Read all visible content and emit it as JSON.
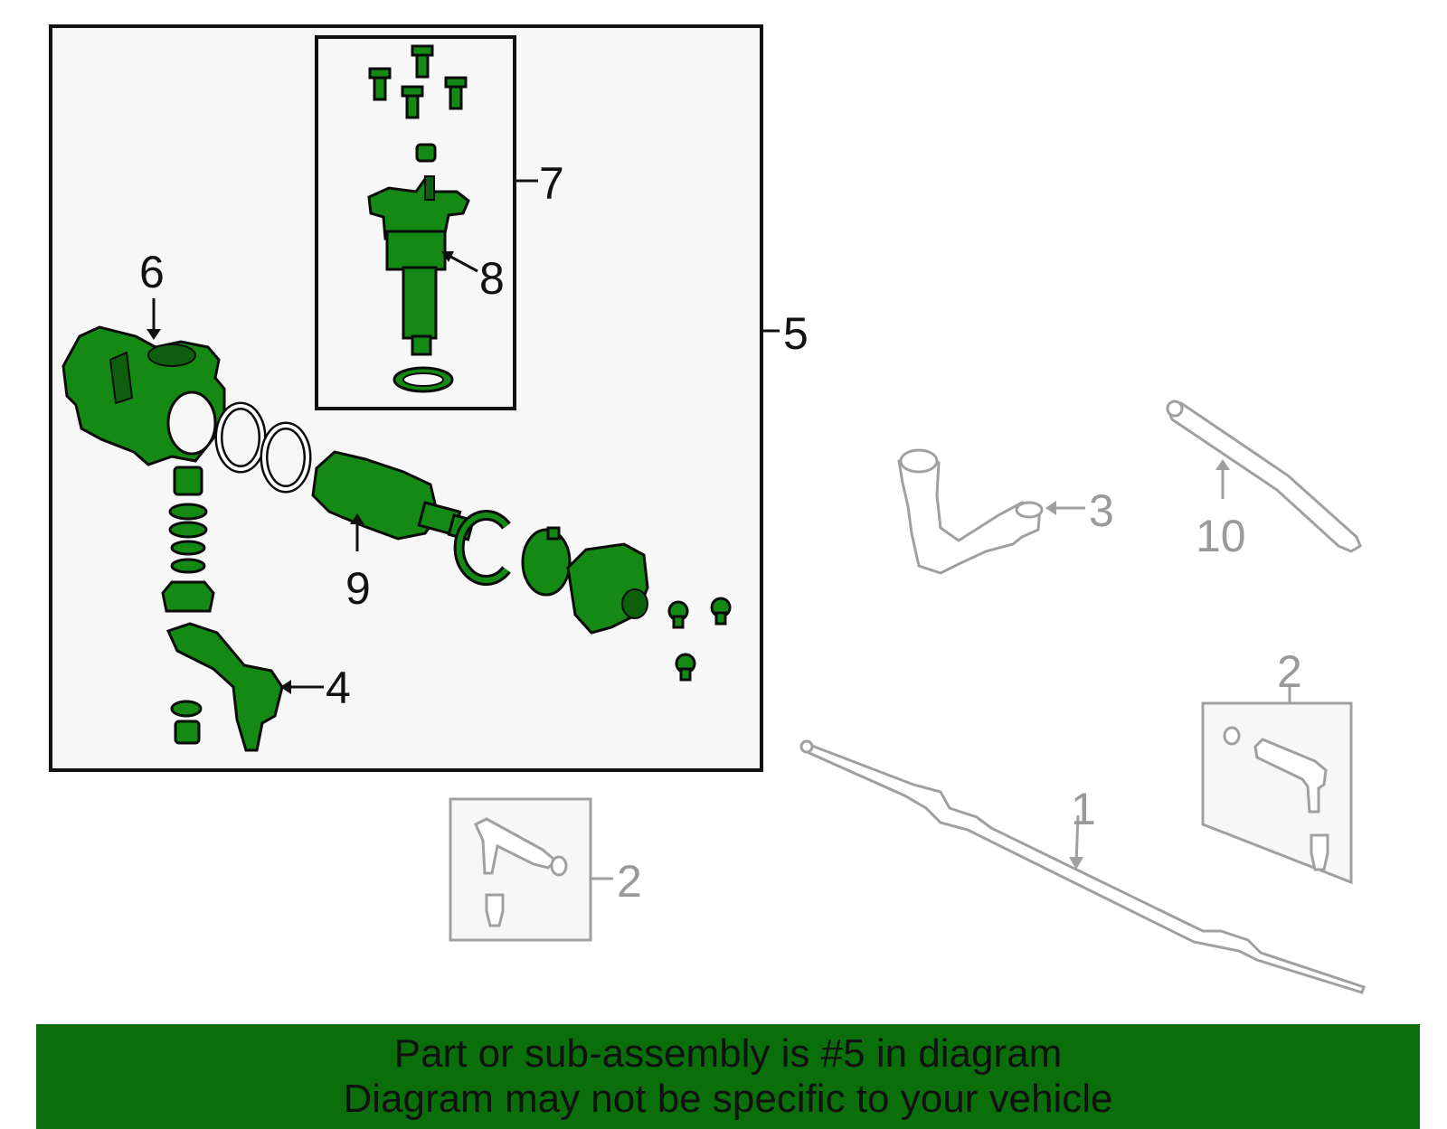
{
  "diagram": {
    "callouts": {
      "c1": "1",
      "c2a": "2",
      "c2b": "2",
      "c3": "3",
      "c4": "4",
      "c5": "5",
      "c6": "6",
      "c7": "7",
      "c8": "8",
      "c9": "9",
      "c10": "10"
    },
    "colors": {
      "highlight": "#148a14",
      "banner": "#0a6f0a",
      "inactive": "#a0a0a0",
      "frame": "#111111"
    }
  },
  "banner": {
    "line1": "Part or sub-assembly is #5 in diagram",
    "line2": "Diagram may not be specific to your vehicle"
  }
}
